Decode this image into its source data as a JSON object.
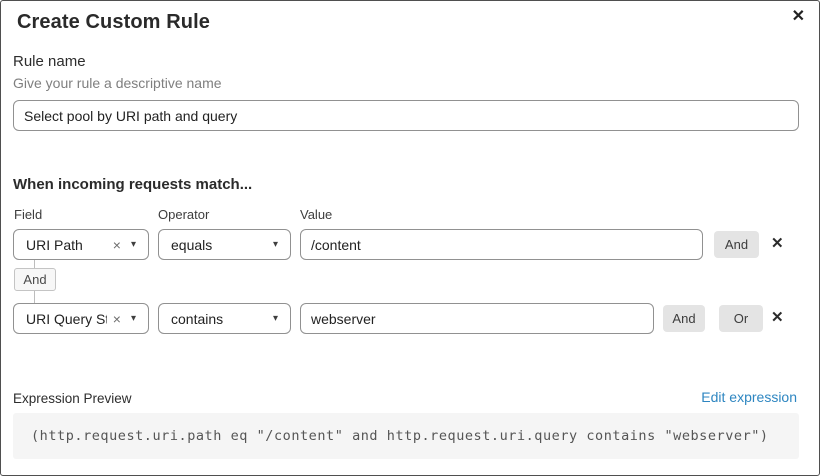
{
  "dialog": {
    "title": "Create Custom Rule"
  },
  "icons": {
    "close": "✕",
    "clear": "×",
    "caret": "▾",
    "remove": "✕"
  },
  "rule_name": {
    "label": "Rule name",
    "helper": "Give your rule a descriptive name",
    "value": "Select pool by URI path and query"
  },
  "builder": {
    "heading": "When incoming requests match...",
    "columns": {
      "field": "Field",
      "operator": "Operator",
      "value": "Value"
    },
    "rows": [
      {
        "field": "URI Path",
        "operator": "equals",
        "value": "/content",
        "connectors": [
          "And"
        ]
      },
      {
        "field": "URI Query St...",
        "operator": "contains",
        "value": "webserver",
        "connectors": [
          "And",
          "Or"
        ]
      }
    ],
    "connector_between_rows": "And"
  },
  "expression": {
    "label": "Expression Preview",
    "edit_link": "Edit expression",
    "code": "(http.request.uri.path eq \"/content\" and http.request.uri.query contains \"webserver\")"
  },
  "colors": {
    "link_blue": "#2e86c1",
    "button_gray": "#e4e4e4",
    "input_border": "#919191",
    "code_bg": "#f5f5f5",
    "badge_bg": "#f7f7f7"
  }
}
